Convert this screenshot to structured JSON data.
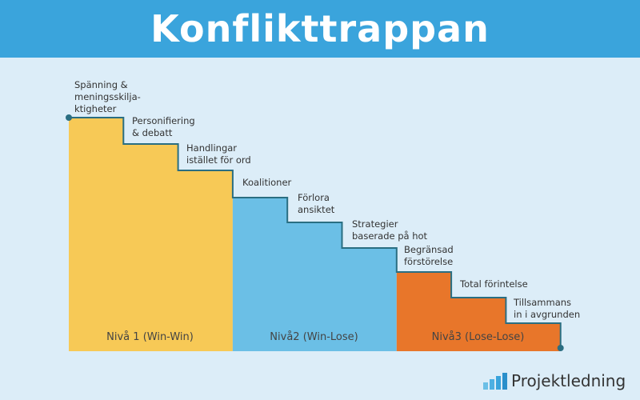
{
  "title": "Konflikttrappan",
  "colors": {
    "header": "#3aa4dc",
    "background": "#dcedf8",
    "level1": "#f7c956",
    "level2": "#6bbfe6",
    "level3": "#e8762a",
    "stairLine": "#2a6e82"
  },
  "steps": [
    "Spänning &\nmeningsskilja-\nktigheter",
    "Personifiering\n& debatt",
    "Handlingar\nistället för ord",
    "Koalitioner",
    "Förlora\nansiktet",
    "Strategier\nbaserade på hot",
    "Begränsad\nförstörelse",
    "Total förintelse",
    "Tillsammans\nin i avgrunden"
  ],
  "levels": [
    "Nivå 1 (Win-Win)",
    "Nivå2 (Win-Lose)",
    "Nivå3 (Lose-Lose)"
  ],
  "brand": {
    "name": "Projektledning",
    "icon": "bar-chart-icon"
  }
}
